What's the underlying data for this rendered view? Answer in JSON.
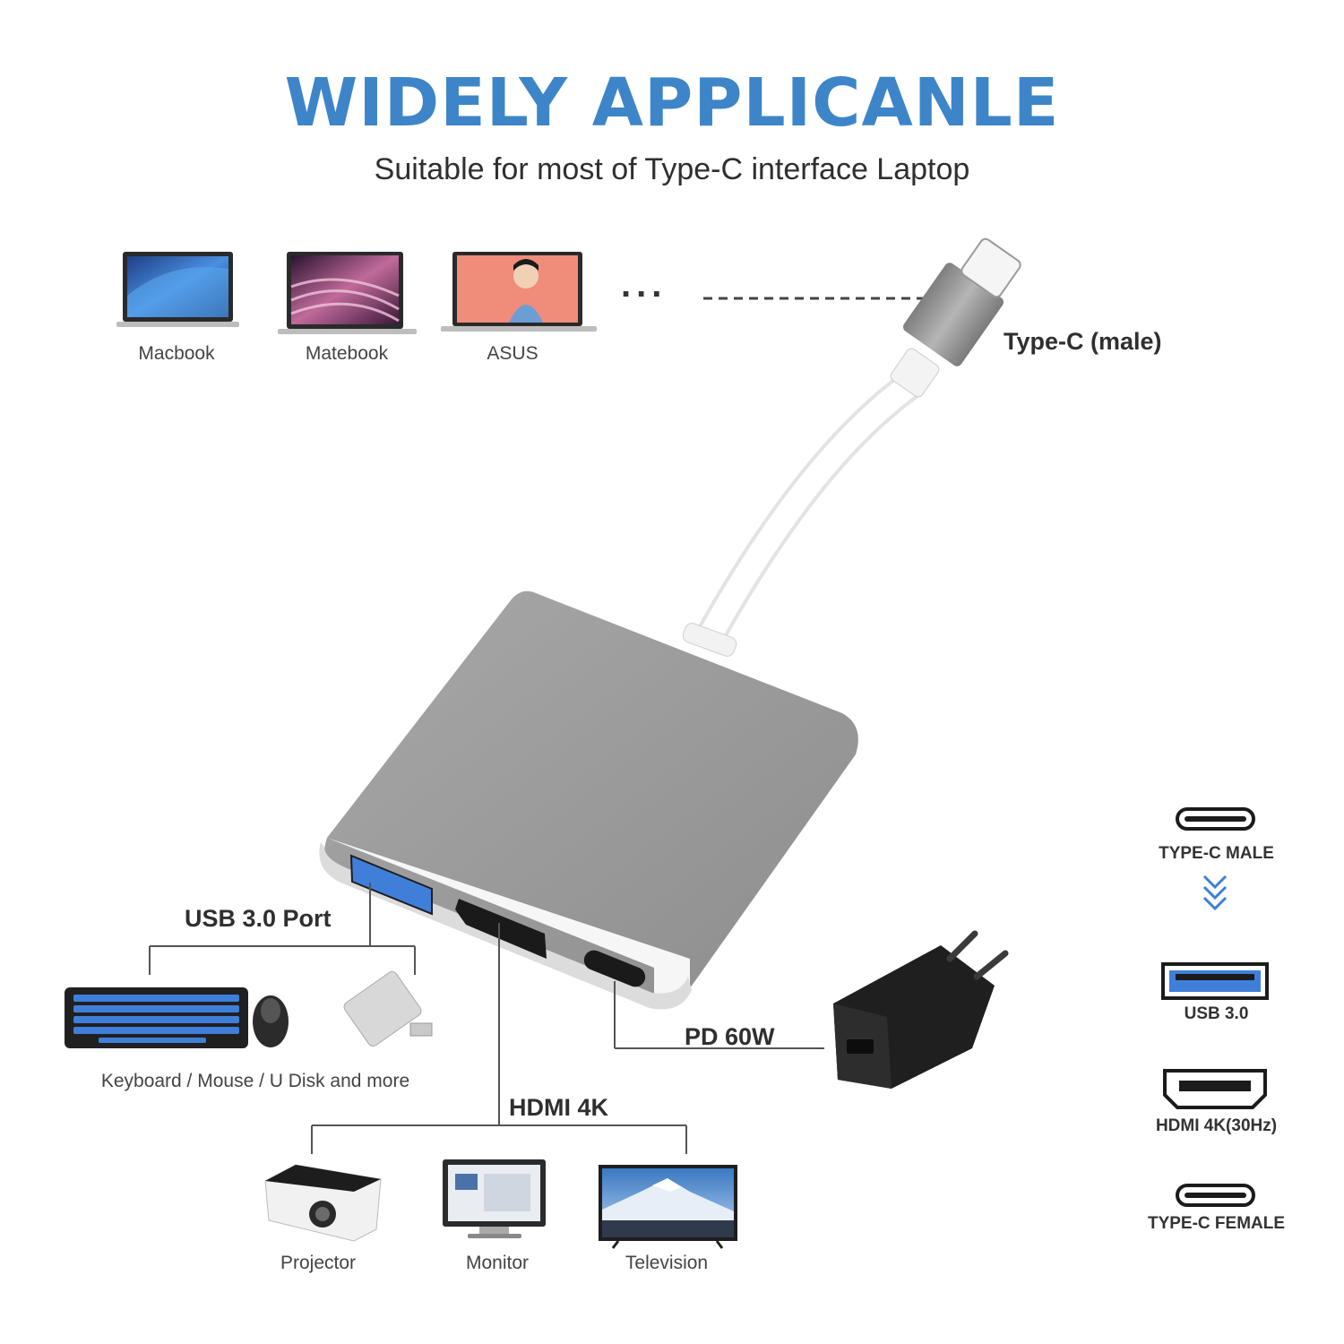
{
  "header": {
    "title": "WIDELY APPLICANLE",
    "subtitle": "Suitable for most of Type-C interface Laptop"
  },
  "laptops": {
    "items": [
      {
        "label": "Macbook"
      },
      {
        "label": "Matebook"
      },
      {
        "label": "ASUS"
      }
    ],
    "ellipsis": "..."
  },
  "connectors": {
    "type_c_male": "Type-C (male)",
    "usb_port": "USB 3.0 Port",
    "pd": "PD 60W",
    "hdmi": "HDMI 4K"
  },
  "usb_devices": {
    "caption": "Keyboard / Mouse / U Disk and more"
  },
  "hdmi_devices": {
    "items": [
      {
        "label": "Projector"
      },
      {
        "label": "Monitor"
      },
      {
        "label": "Television"
      }
    ]
  },
  "legend": {
    "items": [
      {
        "label": "TYPE-C MALE"
      },
      {
        "label": "USB 3.0"
      },
      {
        "label": "HDMI 4K(30Hz)"
      },
      {
        "label": "TYPE-C FEMALE"
      }
    ]
  },
  "colors": {
    "title_blue": "#3d85c8",
    "hub_gray": "#9a9a9a",
    "usb_blue": "#3f7fd9"
  }
}
